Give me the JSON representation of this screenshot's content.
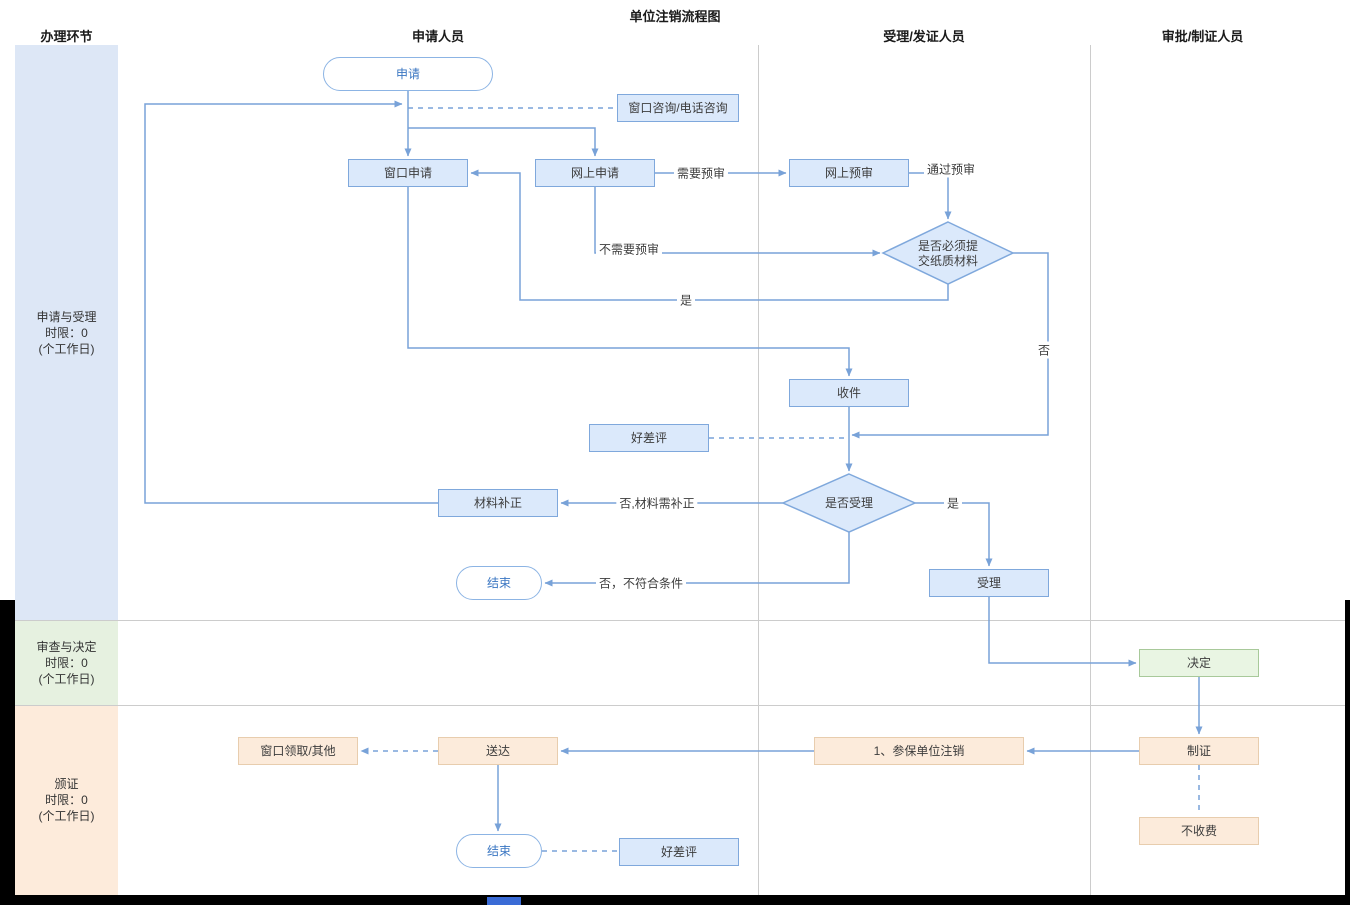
{
  "title": "单位注销流程图",
  "columns": {
    "lane": "办理环节",
    "applicant": "申请人员",
    "acceptor": "受理/发证人员",
    "approver": "审批/制证人员"
  },
  "lanes": {
    "apply": {
      "name": "申请与受理",
      "limit": "时限：0",
      "unit": "(个工作日)"
    },
    "review": {
      "name": "审查与决定",
      "limit": "时限：0",
      "unit": "(个工作日)"
    },
    "issue": {
      "name": "颁证",
      "limit": "时限：0",
      "unit": "(个工作日)"
    }
  },
  "nodes": {
    "start": "申请",
    "consult": "窗口咨询/电话咨询",
    "window_apply": "窗口申请",
    "online_apply": "网上申请",
    "online_prescreen": "网上预审",
    "paper_decision": "是否必须提交纸质材料",
    "receive": "收件",
    "rating_top": "好差评",
    "accept_decision": "是否受理",
    "material_fix": "材料补正",
    "end_top": "结束",
    "accept": "受理",
    "decide": "决定",
    "make_cert": "制证",
    "no_fee": "不收费",
    "item": "1、参保单位注销",
    "deliver": "送达",
    "pickup": "窗口领取/其他",
    "end_bottom": "结束",
    "rating_bottom": "好差评"
  },
  "edge_labels": {
    "need_prescreen": "需要预审",
    "pass_prescreen": "通过预审",
    "no_prescreen": "不需要预审",
    "yes_paper": "是",
    "no_paper": "否",
    "no_fix": "否,材料需补正",
    "yes_accept": "是",
    "no_reject": "否，不符合条件"
  },
  "colors": {
    "node_blue_fill": "#dbe9fb",
    "node_blue_border": "#7fa8dc",
    "node_green_fill": "#e9f5e3",
    "node_green_border": "#a8c99a",
    "node_orange_fill": "#fcebdb",
    "node_orange_border": "#e8cdae",
    "lane_blue": "#dde7f6",
    "lane_green": "#e6f1e0",
    "lane_orange": "#fdebdb",
    "connector": "#78a2d8",
    "terminal_text": "#3a76c2"
  }
}
